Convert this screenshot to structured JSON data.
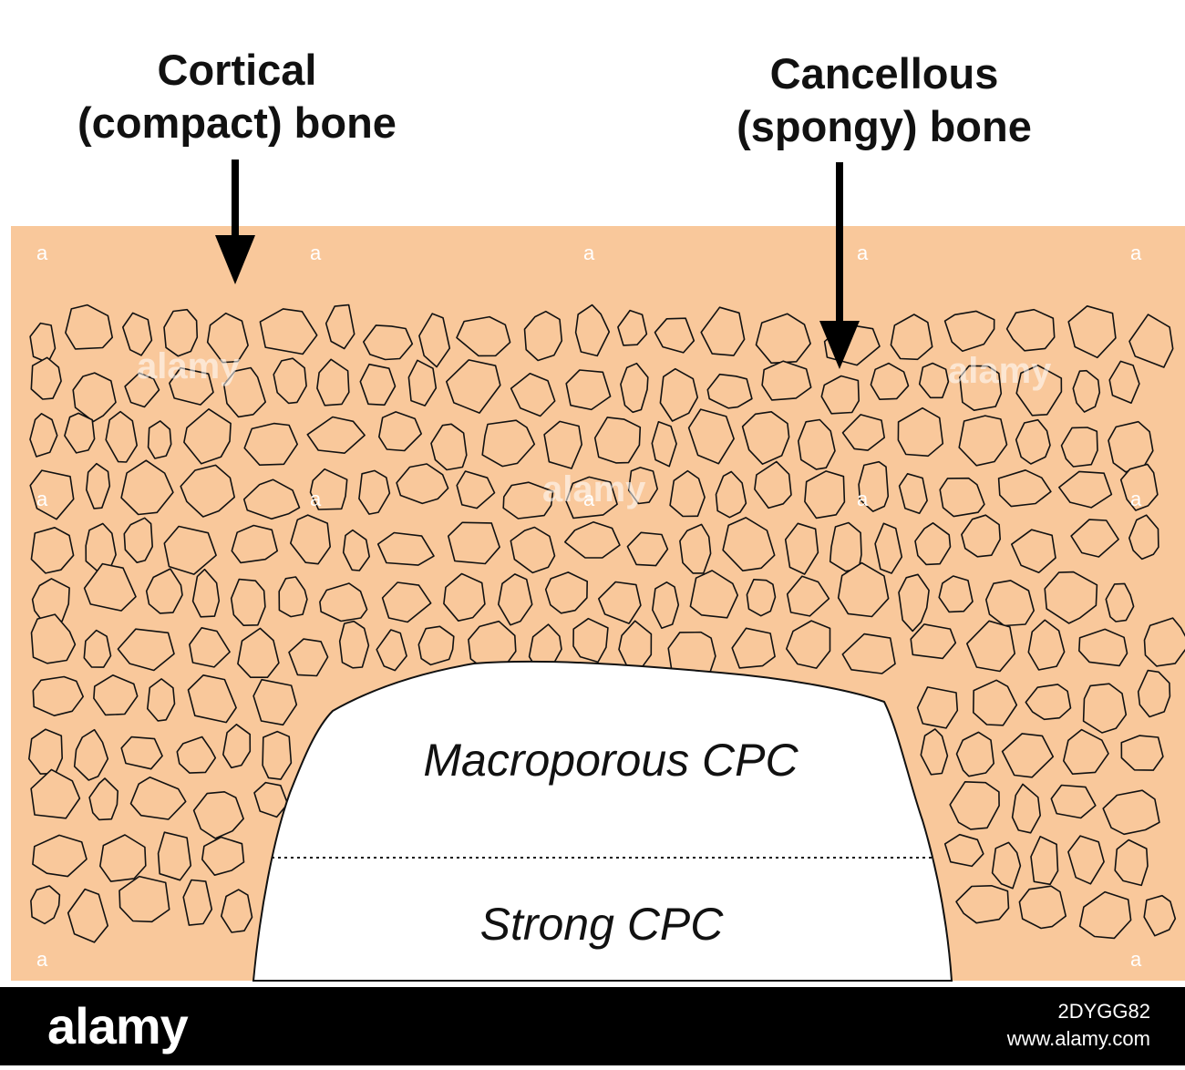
{
  "labels": {
    "cortical": [
      "Cortical",
      "(compact) bone"
    ],
    "cancellous": [
      "Cancellous",
      "(spongy) bone"
    ]
  },
  "implant": {
    "upper": "Macroporous CPC",
    "lower": "Strong CPC"
  },
  "watermark": {
    "logo": "alamy",
    "image_code": "2DYGG82",
    "url": "www.alamy.com"
  },
  "colors": {
    "bone_fill": "#f9c89b",
    "outline": "#111111",
    "implant_fill": "#ffffff"
  }
}
